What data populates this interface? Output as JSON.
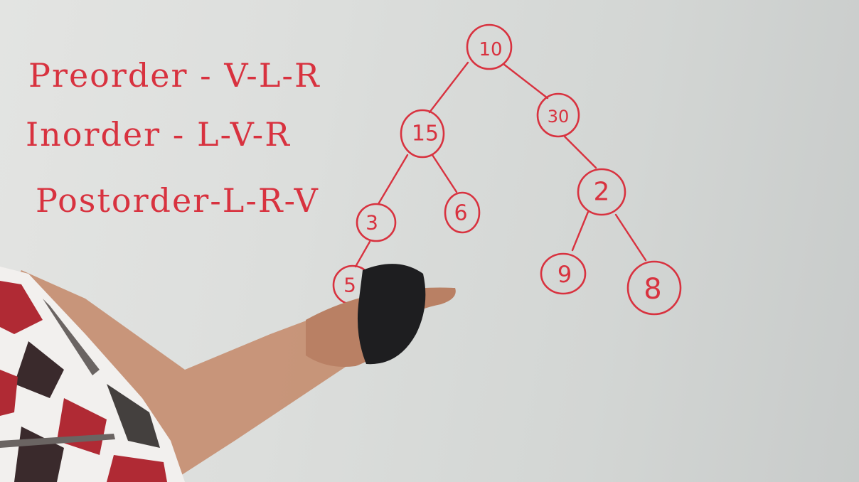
{
  "whiteboard": {
    "traversals": [
      {
        "name": "Preorder",
        "order": "V-L-R"
      },
      {
        "name": "Inorder",
        "order": "L-V-R"
      },
      {
        "name": "Postorder",
        "order": "L-R-V"
      }
    ],
    "tree": {
      "root": "10",
      "nodes": [
        "10",
        "15",
        "30",
        "3",
        "6",
        "2",
        "5",
        "9",
        "8"
      ],
      "edges": [
        [
          "10",
          "15"
        ],
        [
          "10",
          "30"
        ],
        [
          "15",
          "3"
        ],
        [
          "15",
          "6"
        ],
        [
          "30",
          "2"
        ],
        [
          "3",
          "5"
        ],
        [
          "2",
          "9"
        ],
        [
          "2",
          "8"
        ]
      ]
    }
  },
  "colors": {
    "marker": "#d8323f",
    "board": "#dcdedc",
    "eraser": "#1e1e20",
    "skin": "#c48c6e"
  }
}
